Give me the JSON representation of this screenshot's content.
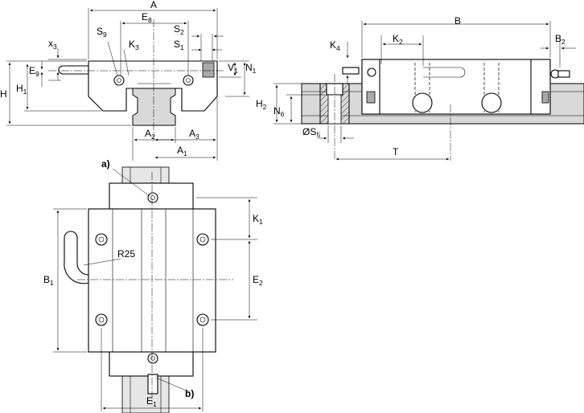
{
  "labels": {
    "A": "A",
    "E8": "E",
    "E8_sub": "8",
    "S2": "S",
    "S2_sub": "2",
    "S1": "S",
    "S1_sub": "1",
    "S9": "S",
    "S9_sub": "9",
    "K3": "K",
    "K3_sub": "3",
    "x3": "x",
    "x3_sub": "3",
    "E9": "E",
    "E9_sub": "9",
    "H": "H",
    "H1": "H",
    "H1_sub": "1",
    "V1": "V",
    "V1_sub": "1",
    "N1": "N",
    "N1_sub": "1",
    "A2": "A",
    "A2_sub": "2",
    "A3": "A",
    "A3_sub": "3",
    "A1": "A",
    "A1_sub": "1",
    "B": "B",
    "K2": "K",
    "K2_sub": "2",
    "K4": "K",
    "K4_sub": "4",
    "B2": "B",
    "B2_sub": "2",
    "H2": "H",
    "H2_sub": "2",
    "N6": "N",
    "N6_sub": "6",
    "S5": "ØS",
    "S5_sub": "5",
    "T": "T",
    "note_a": "a)",
    "note_b": "b)",
    "R25": "R25",
    "K1": "K",
    "K1_sub": "1",
    "E2": "E",
    "E2_sub": "2",
    "B1": "B",
    "B1_sub": "1",
    "E1": "E",
    "E1_sub": "1"
  }
}
